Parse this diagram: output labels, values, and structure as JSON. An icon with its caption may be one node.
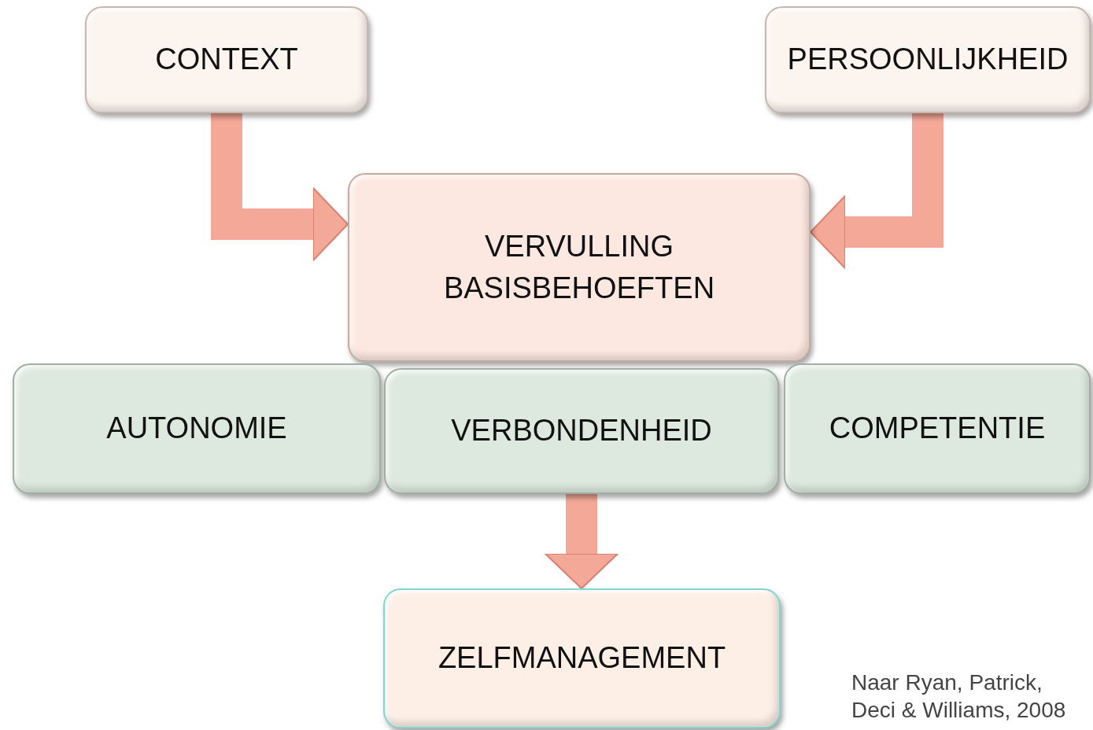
{
  "diagram": {
    "nodes": [
      {
        "text": [
          "CONTEXT"
        ]
      },
      {
        "text": [
          "PERSOONLIJKHEID"
        ]
      },
      {
        "text": [
          "VERVULLING BASISBEHOEFTEN"
        ]
      },
      {
        "text": [
          "AUTONOMIE"
        ]
      },
      {
        "text": [
          "VERBONDENHEID"
        ]
      },
      {
        "text": [
          "COMPETENTIE"
        ]
      },
      {
        "text": [
          "ZELFMANAGEMENT"
        ]
      }
    ],
    "edges": [
      {
        "from": 0,
        "to": 2,
        "arrow": "to"
      },
      {
        "from": 1,
        "to": 2,
        "arrow": "to"
      },
      {
        "from": 4,
        "to": 6,
        "arrow": "to"
      }
    ],
    "labels": [
      "Naar Ryan, Patrick, Deci & Williams, 2008"
    ]
  }
}
